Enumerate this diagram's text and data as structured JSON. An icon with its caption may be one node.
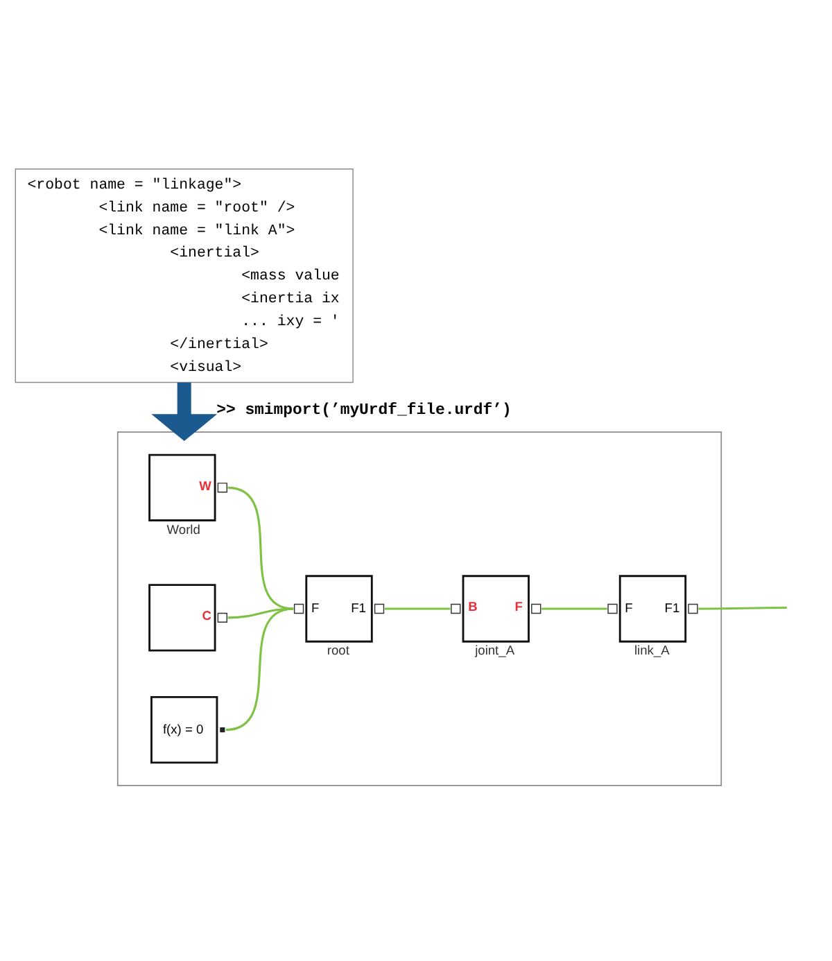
{
  "diagram": {
    "nodes": [
      {
        "text": [
          "<robot name = \"linkage\">",
          "<link name = \"root\" />",
          "<link name = \"link A\">",
          "<inertial>",
          "<mass value",
          "<inertia ix",
          "... ixy = '",
          "</inertial>",
          "<visual>"
        ]
      },
      {
        "text": [],
        "shape": "box"
      },
      {
        "text": [
          "W"
        ],
        "beside": [
          "World"
        ],
        "in": 1
      },
      {
        "text": [
          "C"
        ],
        "in": 1
      },
      {
        "text": [
          "f(x) = 0"
        ],
        "in": 1
      },
      {
        "text": [
          "F",
          "F1"
        ],
        "beside": [
          "root"
        ],
        "in": 1
      },
      {
        "text": [
          "B",
          "F"
        ],
        "beside": [
          "joint_A"
        ],
        "in": 1
      },
      {
        "text": [
          "F",
          "F1"
        ],
        "beside": [
          "link_A"
        ],
        "in": 1
      }
    ],
    "edges": [
      {
        "from": 0,
        "to": 1,
        "arrow": "to",
        "label": ">> smimport(’myUrdf_file.urdf’)",
        "style": "thick",
        "color": "#1a5a8e"
      },
      {
        "from": 2,
        "to": 5,
        "arrow": "none"
      },
      {
        "from": 3,
        "to": 5,
        "arrow": "none"
      },
      {
        "from": 4,
        "to": 5,
        "arrow": "none"
      },
      {
        "from": 5,
        "to": 6,
        "arrow": "none"
      },
      {
        "from": 6,
        "to": 7,
        "arrow": "none"
      },
      {
        "from": 7,
        "to": null,
        "arrow": "none"
      }
    ]
  }
}
